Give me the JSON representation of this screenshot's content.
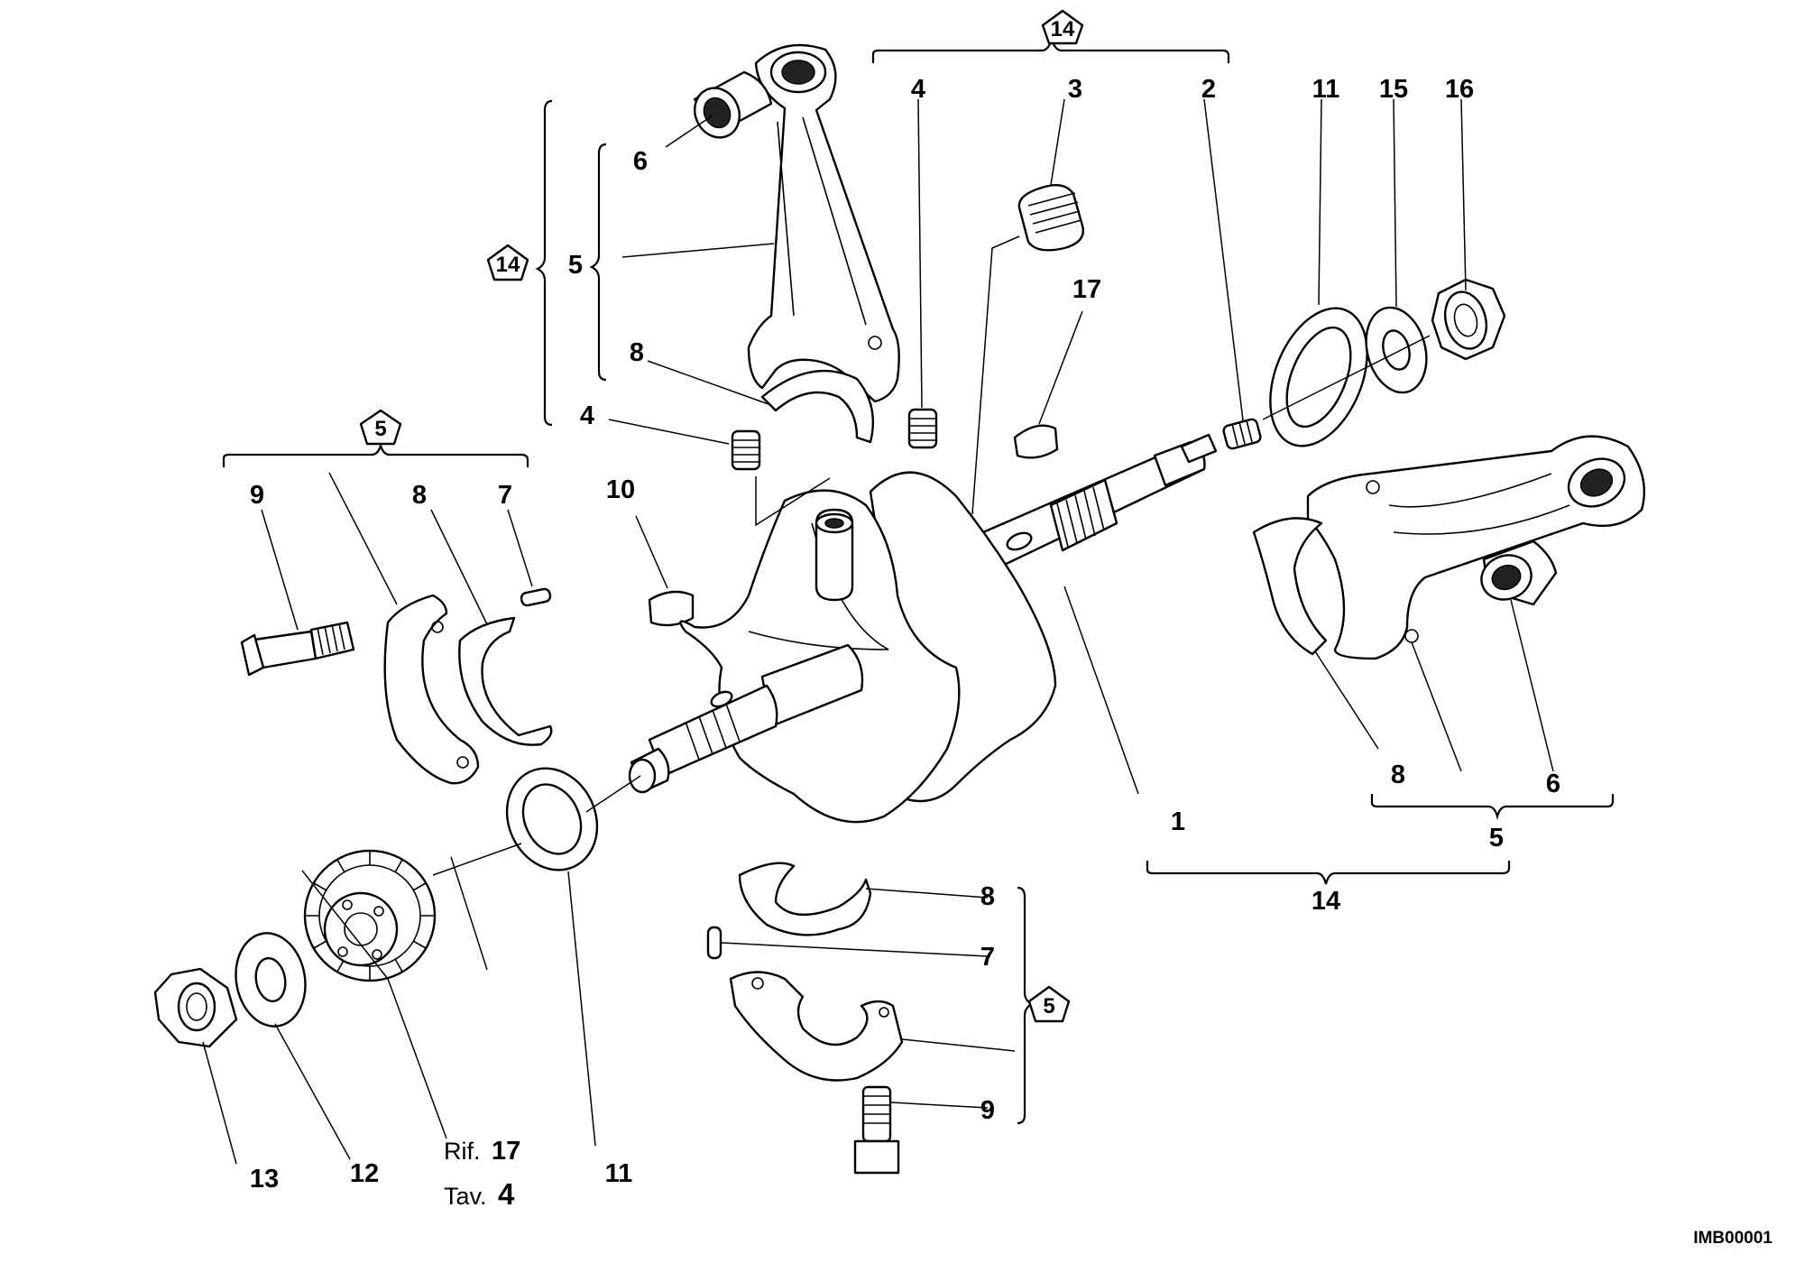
{
  "callouts": {
    "c1": "1",
    "c2": "2",
    "c3": "3",
    "c4a": "4",
    "c4b": "4",
    "c5a": "5",
    "c5b": "5",
    "c6a": "6",
    "c6b": "6",
    "c7a": "7",
    "c7b": "7",
    "c8a": "8",
    "c8b": "8",
    "c8c": "8",
    "c8d": "8",
    "c9a": "9",
    "c9b": "9",
    "c10": "10",
    "c11a": "11",
    "c11b": "11",
    "c12": "12",
    "c13": "13",
    "c14": "14",
    "c15": "15",
    "c16": "16",
    "c17": "17"
  },
  "badges": {
    "b14_top": "14",
    "b14_left": "14",
    "b5_left": "5",
    "b5_bottom": "5"
  },
  "reference": {
    "rif_label": "Rif.",
    "rif_value": "17",
    "tav_label": "Tav.",
    "tav_value": "4"
  },
  "image_code": "IMB00001"
}
